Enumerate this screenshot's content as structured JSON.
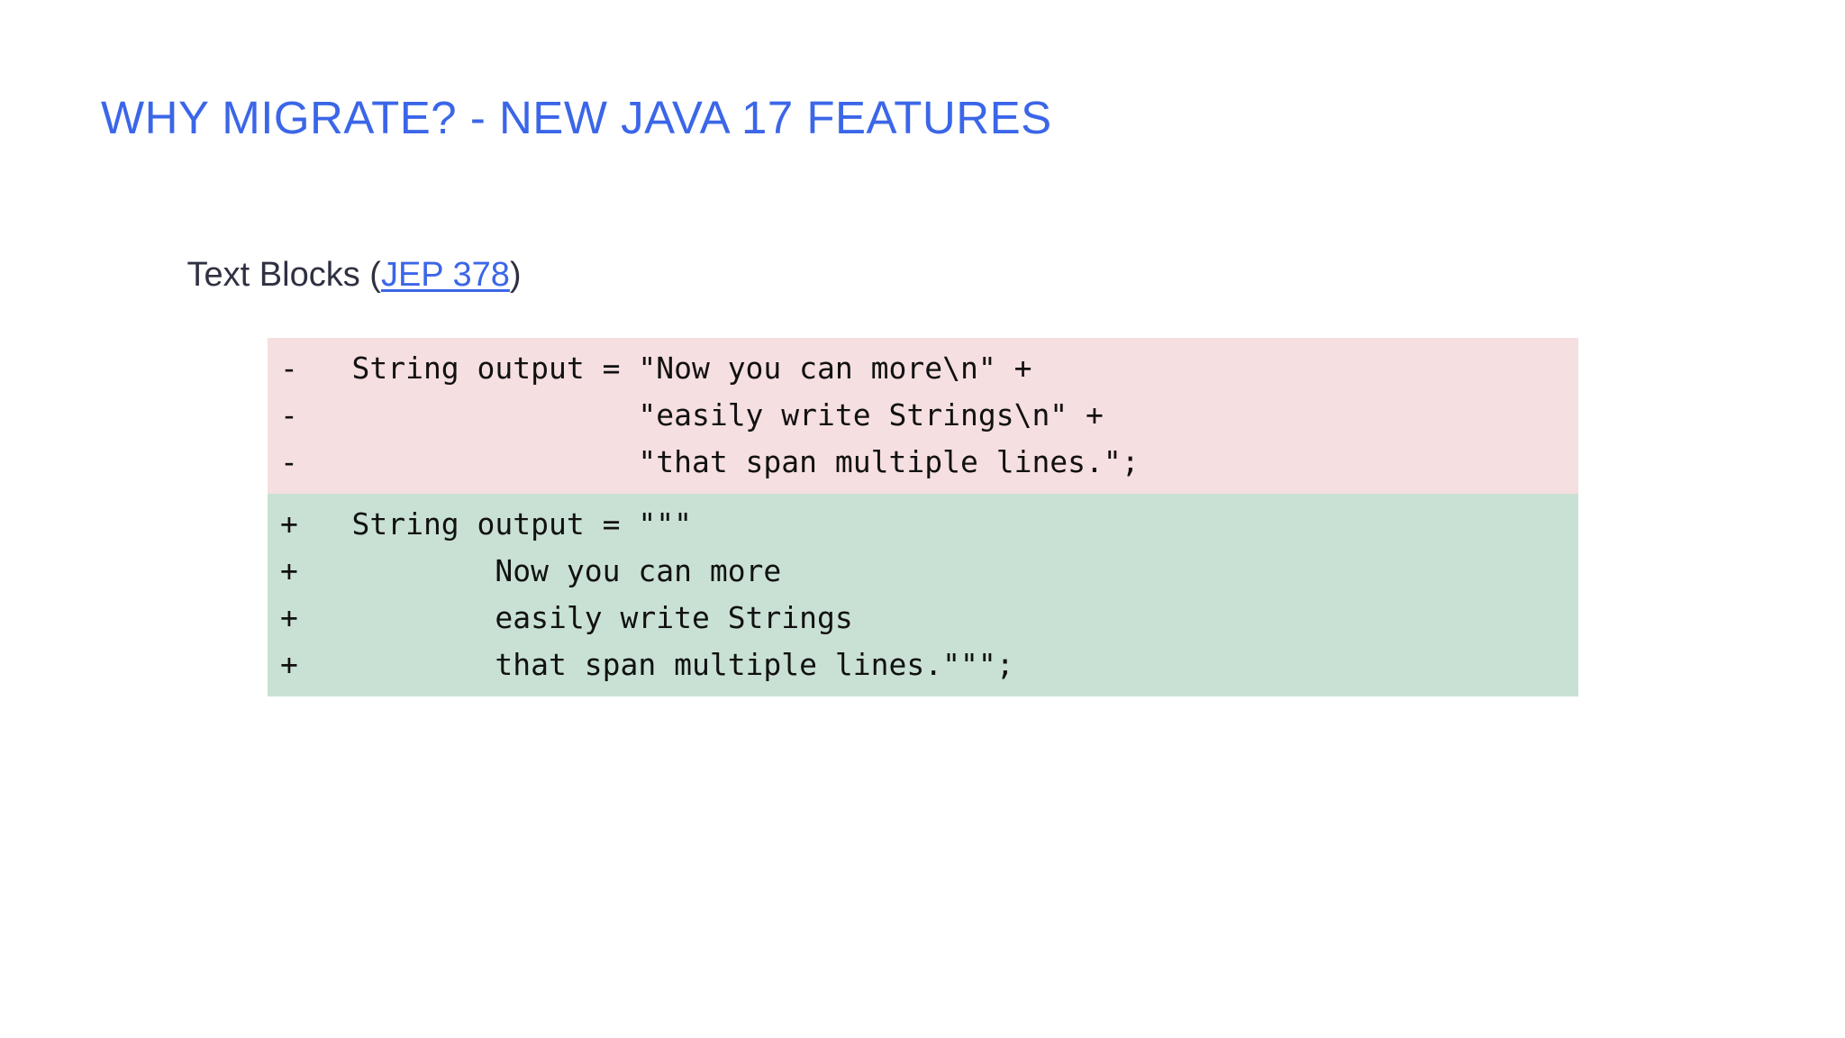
{
  "slide": {
    "title": "WHY MIGRATE? - NEW JAVA 17 FEATURES",
    "title_color": "#3b66e8",
    "background_color": "#ffffff",
    "body": {
      "prefix": "Text Blocks (",
      "link_text": "JEP 378",
      "suffix": ")",
      "text_color": "#2f3142",
      "link_color": "#3b66e8"
    },
    "code_diff": {
      "removed_bg": "#f6dfe0",
      "added_bg": "#c9e1d4",
      "text_color": "#111111",
      "removed": [
        "-   String output = \"Now you can more\\n\" +",
        "-                   \"easily write Strings\\n\" +",
        "-                   \"that span multiple lines.\";"
      ],
      "added": [
        "+   String output = \"\"\"",
        "+           Now you can more",
        "+           easily write Strings",
        "+           that span multiple lines.\"\"\";"
      ]
    }
  }
}
